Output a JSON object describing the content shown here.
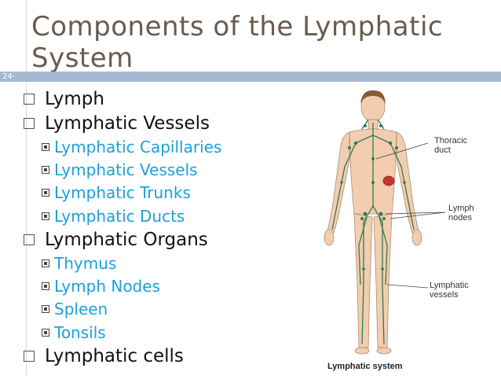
{
  "slide": {
    "title": "Components of the Lymphatic System",
    "slide_number": "24-"
  },
  "content": {
    "items": [
      {
        "label": "Lymph",
        "children": []
      },
      {
        "label": "Lymphatic Vessels",
        "children": [
          "Lymphatic Capillaries",
          "Lymphatic Vessels",
          "Lymphatic Trunks",
          "Lymphatic Ducts"
        ]
      },
      {
        "label": "Lymphatic Organs",
        "children": [
          "Thymus",
          "Lymph Nodes",
          "Spleen",
          "Tonsils"
        ]
      },
      {
        "label": "Lymphatic cells",
        "children": []
      }
    ]
  },
  "figure": {
    "labels": {
      "thoracic_line1": "Thoracic",
      "thoracic_line2": "duct",
      "lymph_nodes_line1": "Lymph",
      "lymph_nodes_line2": "nodes",
      "vessels_line1": "Lymphatic",
      "vessels_line2": "vessels"
    },
    "caption": "Lymphatic system"
  },
  "colors": {
    "title": "#6b5a4e",
    "band": "#a3b8cf",
    "sub_item_text": "#1ba1d9",
    "vessel_green": "#2e7d4f",
    "skin": "#f2cdb0"
  }
}
